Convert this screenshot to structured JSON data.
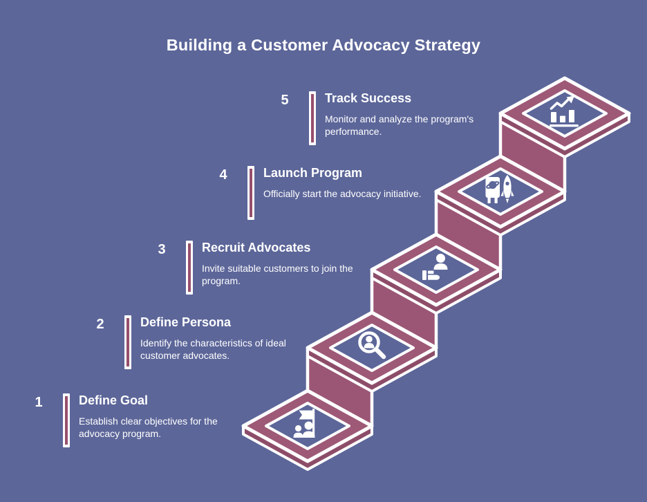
{
  "title": "Building a Customer Advocacy Strategy",
  "colors": {
    "background": "#5c6699",
    "stair_frame": "#9e5977",
    "stair_riser": "#9b5675",
    "stair_side": "#8d4d69",
    "accent_bar_stripe": "#964f6c",
    "text": "#ffffff",
    "outline": "#ffffff"
  },
  "steps": [
    {
      "number": "1",
      "title": "Define Goal",
      "description": "Establish clear objectives for the advocacy program.",
      "icon": "goal-flag-icon"
    },
    {
      "number": "2",
      "title": "Define Persona",
      "description": "Identify the characteristics of ideal customer advocates.",
      "icon": "persona-search-icon"
    },
    {
      "number": "3",
      "title": "Recruit Advocates",
      "description": "Invite suitable customers to join the program.",
      "icon": "recruit-hand-icon"
    },
    {
      "number": "4",
      "title": "Launch Program",
      "description": "Officially start the advocacy initiative.",
      "icon": "rocket-launch-icon"
    },
    {
      "number": "5",
      "title": "Track Success",
      "description": "Monitor and analyze the program's performance.",
      "icon": "growth-chart-icon"
    }
  ]
}
